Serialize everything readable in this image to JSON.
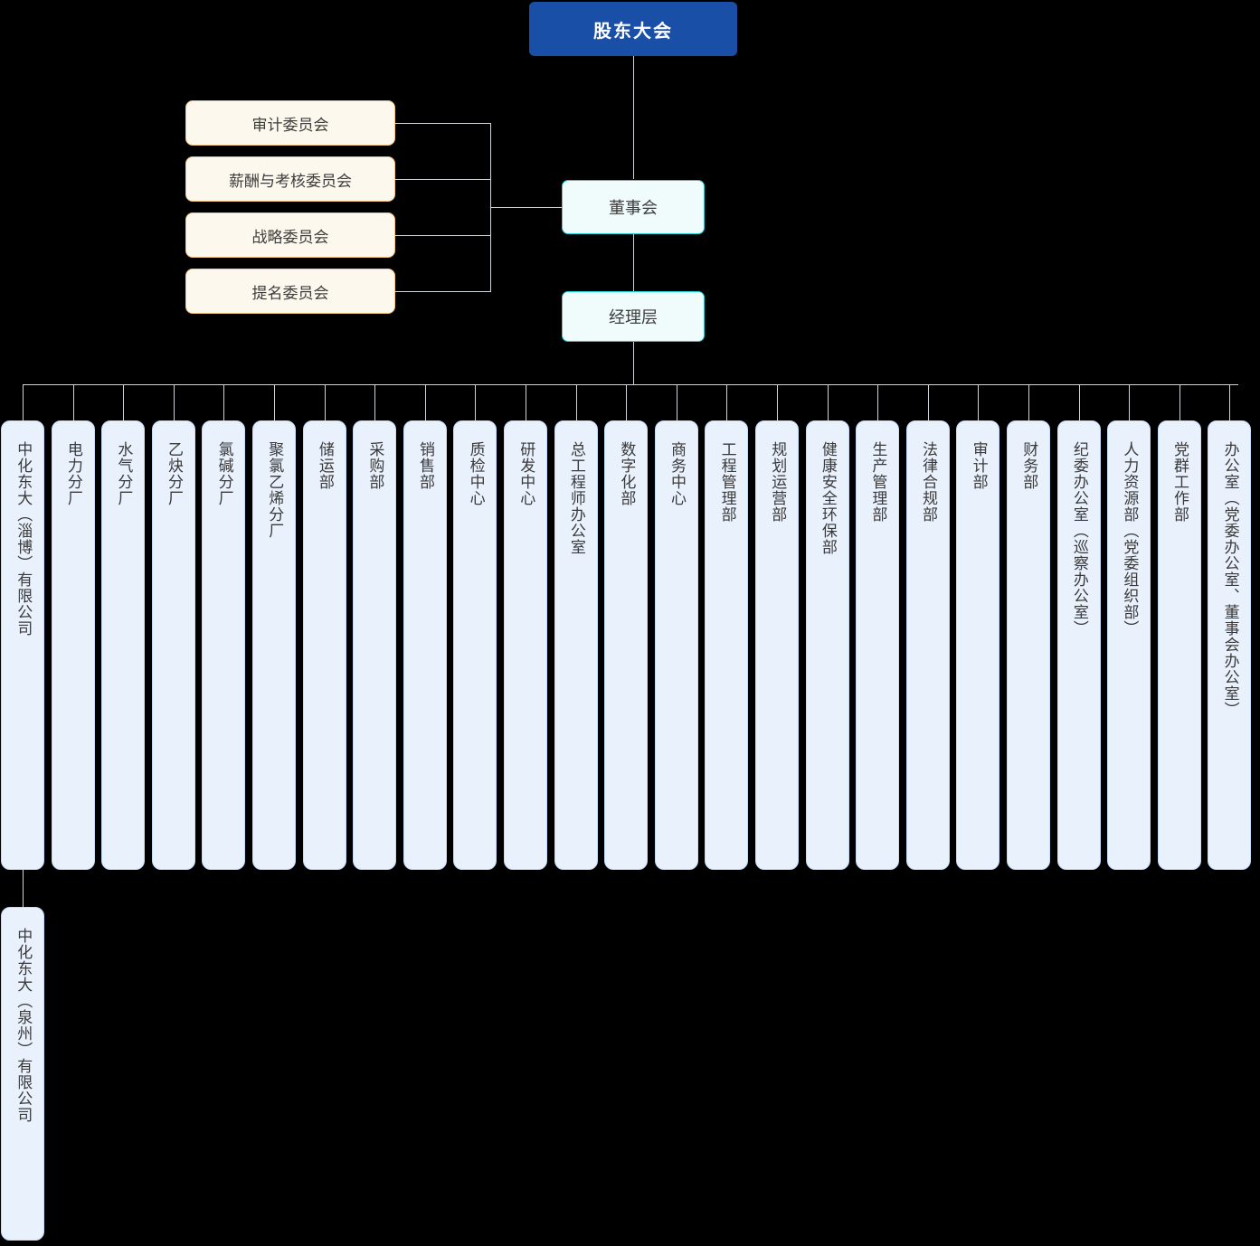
{
  "org_chart": {
    "root": {
      "label": "股东大会"
    },
    "board": {
      "label": "董事会"
    },
    "management": {
      "label": "经理层"
    },
    "committees": [
      {
        "label": "审计委员会"
      },
      {
        "label": "薪酬与考核委员会"
      },
      {
        "label": "战略委员会"
      },
      {
        "label": "提名委员会"
      }
    ],
    "departments": [
      {
        "label": "中化东大（淄博）有限公司"
      },
      {
        "label": "电力分厂"
      },
      {
        "label": "水气分厂"
      },
      {
        "label": "乙炔分厂"
      },
      {
        "label": "氯碱分厂"
      },
      {
        "label": "聚氯乙烯分厂"
      },
      {
        "label": "储运部"
      },
      {
        "label": "采购部"
      },
      {
        "label": "销售部"
      },
      {
        "label": "质检中心"
      },
      {
        "label": "研发中心"
      },
      {
        "label": "总工程师办公室"
      },
      {
        "label": "数字化部"
      },
      {
        "label": "商务中心"
      },
      {
        "label": "工程管理部"
      },
      {
        "label": "规划运营部"
      },
      {
        "label": "健康安全环保部"
      },
      {
        "label": "生产管理部"
      },
      {
        "label": "法律合规部"
      },
      {
        "label": "审计部"
      },
      {
        "label": "财务部"
      },
      {
        "label": "纪委办公室（巡察办公室）"
      },
      {
        "label": "人力资源部（党委组织部）"
      },
      {
        "label": "党群工作部"
      },
      {
        "label": "办公室（党委办公室、董事会办公室）"
      }
    ],
    "subsidiary": {
      "label": "中化东大（泉州）有限公司"
    },
    "colors": {
      "root_bg": "#1a4fa8",
      "root_text": "#ffffff",
      "committee_bg": "#fdf8ed",
      "committee_border": "#f3c678",
      "board_bg": "#f0fcfc",
      "board_border": "#18d0d8",
      "dept_bg": "#e9f1fd",
      "dept_border": "#c2dcfa",
      "line": "#cfd4d8",
      "canvas_bg": "#000000"
    }
  }
}
